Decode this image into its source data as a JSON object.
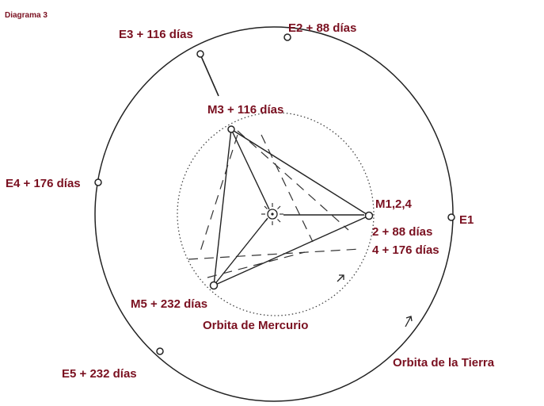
{
  "diagram": {
    "title": "Diagrama 3",
    "label_color": "#7a1020",
    "line_color": "#222222",
    "labels": {
      "e1": "E1",
      "e2": "E2 + 88 días",
      "e3": "E3 + 116 días",
      "e4": "E4 + 176 días",
      "e5": "E5 + 232 días",
      "m124": "M1,2,4",
      "m124_line2": "2 + 88 días",
      "m124_line3": "4 + 176 días",
      "m3": "M3 + 116 días",
      "m5": "M5 + 232 días",
      "mercury_orbit": "Orbita de Mercurio",
      "earth_orbit": "Orbita de la Tierra"
    },
    "icons": {
      "sun": "sun-icon",
      "planet": "circle-marker-icon",
      "direction": "arrow-icon"
    }
  }
}
